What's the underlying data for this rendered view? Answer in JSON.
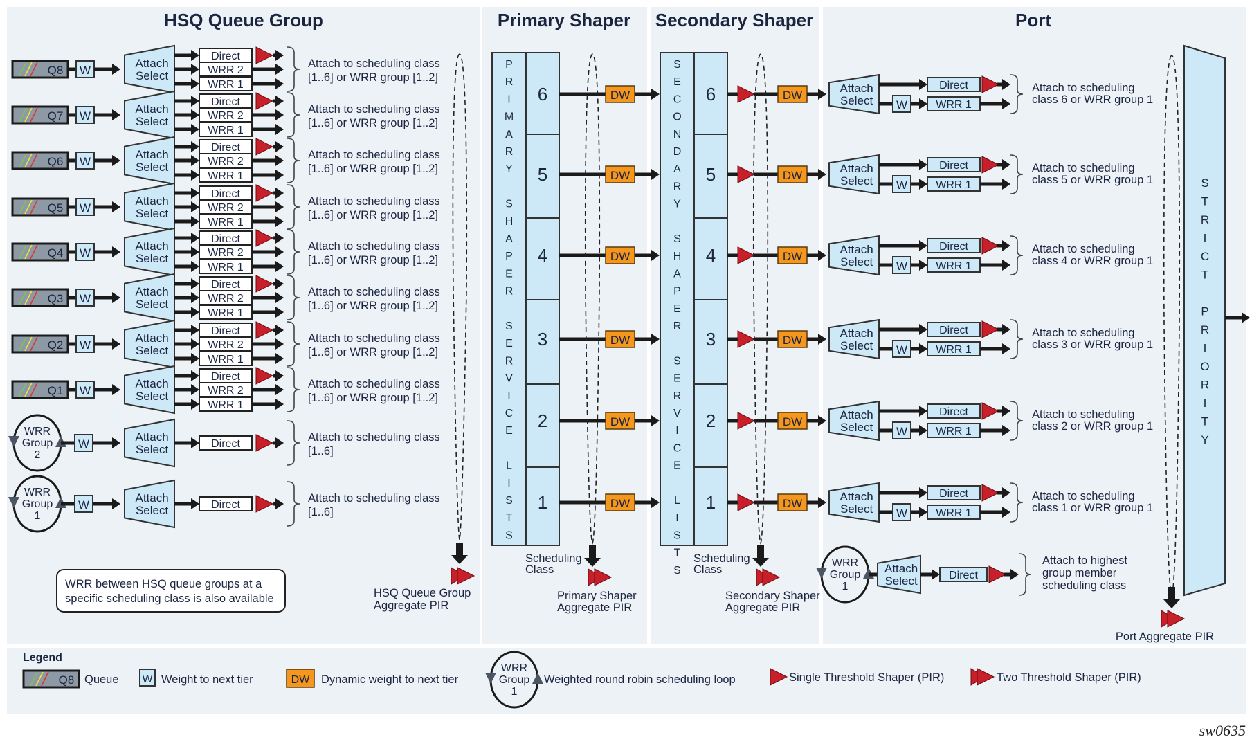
{
  "panels": {
    "hsq_title": "HSQ Queue Group",
    "primary_title": "Primary Shaper",
    "secondary_title": "Secondary Shaper",
    "port_title": "Port"
  },
  "hsq": {
    "queues": [
      {
        "label": "Q8"
      },
      {
        "label": "Q7"
      },
      {
        "label": "Q6"
      },
      {
        "label": "Q5"
      },
      {
        "label": "Q4"
      },
      {
        "label": "Q3"
      },
      {
        "label": "Q2"
      },
      {
        "label": "Q1"
      }
    ],
    "weight_label": "W",
    "attach_line1": "Attach",
    "attach_line2": "Select",
    "outputs": [
      "Direct",
      "WRR  2",
      "WRR  1"
    ],
    "queue_target_line1": "Attach to scheduling class",
    "queue_target_line2": "[1..6] or WRR group [1..2]",
    "wrr_groups": [
      {
        "line1": "WRR",
        "line2": "Group",
        "line3": "2"
      },
      {
        "line1": "WRR",
        "line2": "Group",
        "line3": "1"
      }
    ],
    "group_output": "Direct",
    "group_target_line1": "Attach to scheduling class",
    "group_target_line2": "[1..6]",
    "note_line1": "WRR between HSQ queue groups at a",
    "note_line2": "specific scheduling class is also available",
    "aggregate_line1": "HSQ Queue Group",
    "aggregate_line2": "Aggregate PIR"
  },
  "primary": {
    "list_label": "PRIMARY SHAPER SERVICE LISTS",
    "classes": [
      "6",
      "5",
      "4",
      "3",
      "2",
      "1"
    ],
    "dw_label": "DW",
    "sched_line1": "Scheduling",
    "sched_line2": "Class",
    "aggregate_line1": "Primary Shaper",
    "aggregate_line2": "Aggregate PIR"
  },
  "secondary": {
    "list_label": "SECONDARY SHAPER SERVICE LISTS",
    "classes": [
      "6",
      "5",
      "4",
      "3",
      "2",
      "1"
    ],
    "dw_label": "DW",
    "sched_line1": "Scheduling",
    "sched_line2": "Class",
    "aggregate_line1": "Secondary Shaper",
    "aggregate_line2": "Aggregate PIR"
  },
  "port": {
    "attach_line1": "Attach",
    "attach_line2": "Select",
    "direct_label": "Direct",
    "wrr_label": "WRR 1",
    "weight_label": "W",
    "rows": [
      {
        "line1": "Attach to scheduling",
        "line2": "class 6 or WRR group 1"
      },
      {
        "line1": "Attach to scheduling",
        "line2": "class 5 or WRR group 1"
      },
      {
        "line1": "Attach to scheduling",
        "line2": "class 4 or WRR group 1"
      },
      {
        "line1": "Attach to scheduling",
        "line2": "class 3 or WRR group 1"
      },
      {
        "line1": "Attach to scheduling",
        "line2": "class 2 or WRR group 1"
      },
      {
        "line1": "Attach to scheduling",
        "line2": "class 1 or WRR group 1"
      }
    ],
    "wrr_group": {
      "line1": "WRR",
      "line2": "Group",
      "line3": "1"
    },
    "group_target_line1": "Attach to highest",
    "group_target_line2": "group member",
    "group_target_line3": "scheduling class",
    "strict_priority_label": "STRICT PRIORITY",
    "aggregate_label": "Port Aggregate PIR"
  },
  "legend": {
    "title": "Legend",
    "queue_sample": "Q8",
    "queue_text": "Queue",
    "weight_sample": "W",
    "weight_text": "Weight to next tier",
    "dw_sample": "DW",
    "dw_text": "Dynamic weight to next tier",
    "wrr_sample": {
      "line1": "WRR",
      "line2": "Group",
      "line3": "1"
    },
    "wrr_text": "Weighted round robin scheduling loop",
    "single_text": "Single Threshold Shaper (PIR)",
    "two_text": "Two Threshold Shaper (PIR)"
  },
  "figure_id": "sw0635",
  "colors": {
    "panel": "#edf2f7",
    "light_blue": "#cde9f8",
    "dw_orange": "#f5961d",
    "shaper_red": "#c8202a",
    "queue_gray": "#8e99a6"
  }
}
